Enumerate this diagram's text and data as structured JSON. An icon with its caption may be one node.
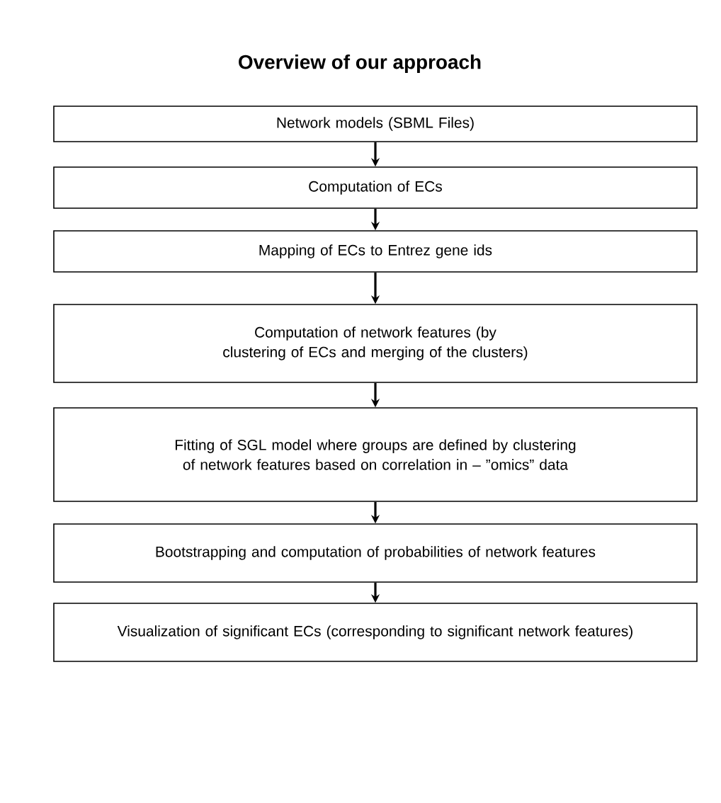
{
  "diagram": {
    "title": "Overview of our approach",
    "nodes": [
      {
        "text": [
          "Network models (SBML Files)"
        ]
      },
      {
        "text": [
          "Computation of ECs"
        ]
      },
      {
        "text": [
          "Mapping of ECs to Entrez gene ids"
        ]
      },
      {
        "text": [
          "Computation of network features (by clustering of ECs and merging of the clusters)"
        ]
      },
      {
        "text": [
          "Fitting of SGL model where groups are defined by clustering of network features based on correlation in – ”omics” data"
        ]
      },
      {
        "text": [
          "Bootstrapping and computation of probabilities of network features"
        ]
      },
      {
        "text": [
          "Visualization of significant ECs (corresponding to significant network features)"
        ]
      }
    ],
    "edges": [
      {
        "from": 0,
        "to": 1,
        "arrow": "to"
      },
      {
        "from": 1,
        "to": 2,
        "arrow": "to"
      },
      {
        "from": 2,
        "to": 3,
        "arrow": "to"
      },
      {
        "from": 3,
        "to": 4,
        "arrow": "to"
      },
      {
        "from": 4,
        "to": 5,
        "arrow": "to"
      },
      {
        "from": 5,
        "to": 6,
        "arrow": "to"
      }
    ]
  }
}
